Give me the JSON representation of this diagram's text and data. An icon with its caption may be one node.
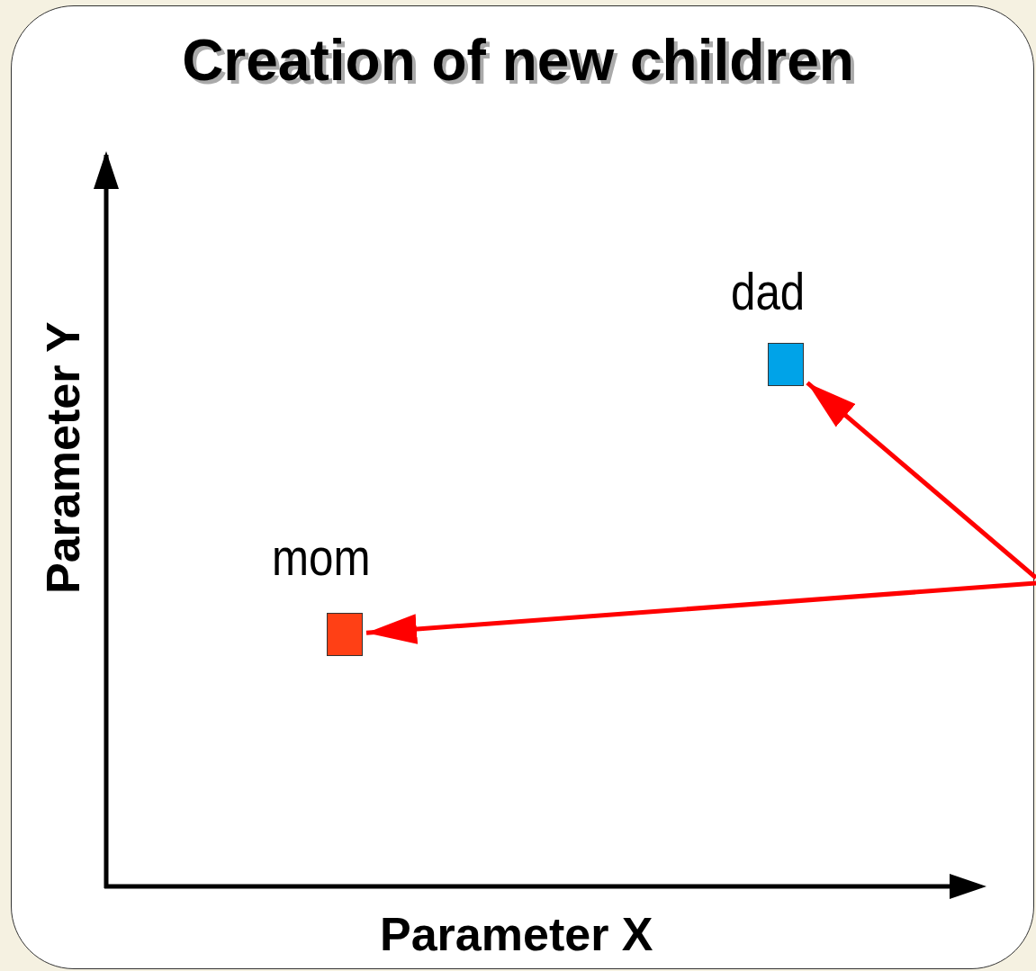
{
  "diagram": {
    "title": "Creation of new children",
    "nodes": [
      {
        "text": [],
        "shape": "box",
        "beside": [
          "dad"
        ]
      },
      {
        "text": [],
        "shape": "box",
        "beside": [
          "mom"
        ]
      }
    ],
    "edges": [
      {
        "from": null,
        "to": 0,
        "arrow": "to"
      },
      {
        "from": null,
        "to": 1,
        "arrow": "to"
      }
    ],
    "labels": [
      "Parameter Y",
      "Parameter X"
    ]
  }
}
